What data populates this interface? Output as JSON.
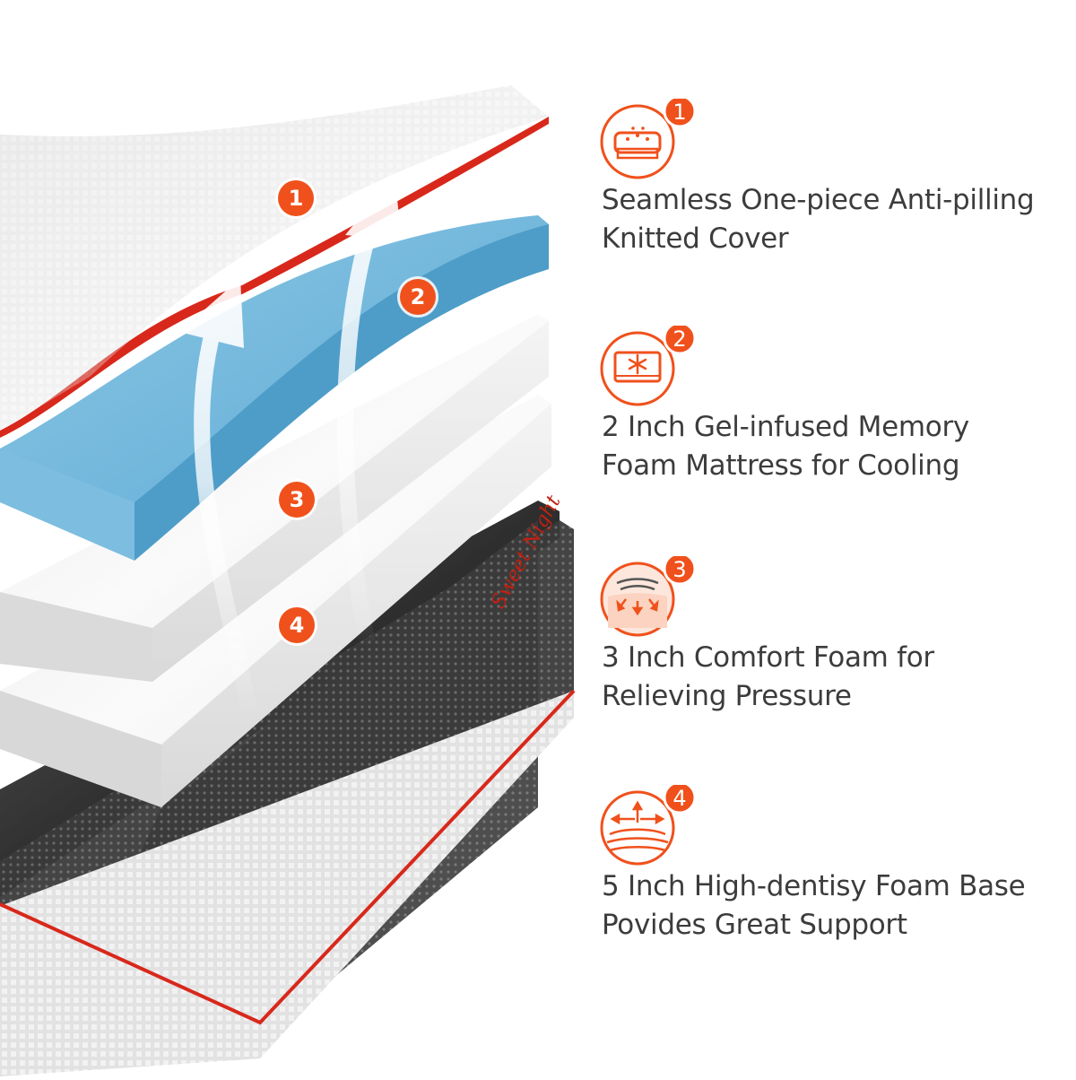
{
  "accent_color": "#f0511c",
  "text_color": "#3c3c3c",
  "brand_label": "Sweet Night",
  "layer_markers": [
    "1",
    "2",
    "3",
    "4"
  ],
  "features": [
    {
      "badge": "1",
      "icon": "pillow-cover-icon",
      "line1": "Seamless One-piece Anti-pilling",
      "line2": "Knitted Cover"
    },
    {
      "badge": "2",
      "icon": "snowflake-foam-icon",
      "line1": "2 Inch Gel-infused Memory",
      "line2": "Foam Mattress for Cooling"
    },
    {
      "badge": "3",
      "icon": "pressure-relief-icon",
      "line1": "3 Inch Comfort Foam for",
      "line2": "Relieving Pressure"
    },
    {
      "badge": "4",
      "icon": "support-base-icon",
      "line1": "5 Inch High-dentisy Foam Base",
      "line2": "Povides Great Support"
    }
  ]
}
